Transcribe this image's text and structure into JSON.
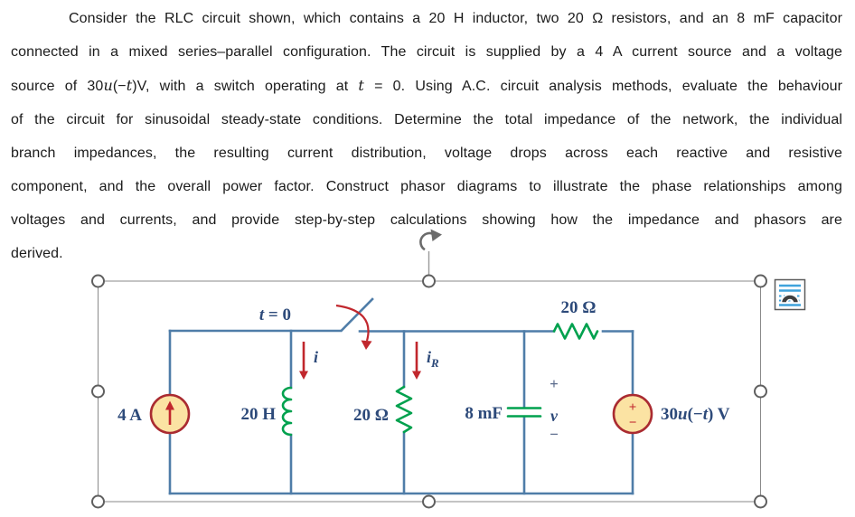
{
  "paragraph": {
    "line1": "Consider the RLC circuit shown, which contains a 20 H inductor, two 20 Ω resistors, and an 8 mF capacitor",
    "line2": "connected in a mixed series–parallel configuration. The circuit is supplied by a 4 A current source and a voltage",
    "line3a": "source of 30",
    "line3b": "u",
    "line3c": "(−",
    "line3d": "t",
    "line3e": ")V, with a switch operating at ",
    "line3f": "t",
    "line3g": " = 0. Using A.C. circuit analysis methods, evaluate the behaviour",
    "line4": "of the circuit for sinusoidal steady-state conditions. Determine the total impedance of the network, the individual",
    "line5": "branch impedances, the resulting current distribution, voltage drops across each reactive and resistive",
    "line6": "component, and the overall power factor. Construct phasor diagrams to illustrate the phase relationships among",
    "line7": "voltages and currents, and provide step-by-step calculations showing how the impedance and phasors are",
    "line8": "derived."
  },
  "figure": {
    "labels": {
      "switch_var": "t",
      "switch_rest": " = 0",
      "current_source": "4 A",
      "inductor": "20 H",
      "resistor_vertical": "20 Ω",
      "capacitor": "8 mF",
      "resistor_top": "20 Ω",
      "voltage_num": "30",
      "voltage_u": "u",
      "voltage_open": "(−",
      "voltage_t": "t",
      "voltage_close": ") V",
      "inductor_current": "i",
      "resistor_current_main": "i",
      "resistor_current_sub": "R",
      "cap_plus": "+",
      "cap_v": "v",
      "cap_minus": "−",
      "source_plus": "+",
      "source_minus": "−"
    },
    "colors": {
      "wire": "#4f7da8",
      "component": "#00a14e",
      "arrow": "#c1272d",
      "source_fill": "#fbe3a3",
      "source_border": "#aa2b31",
      "label": "#2d4a7a"
    }
  }
}
